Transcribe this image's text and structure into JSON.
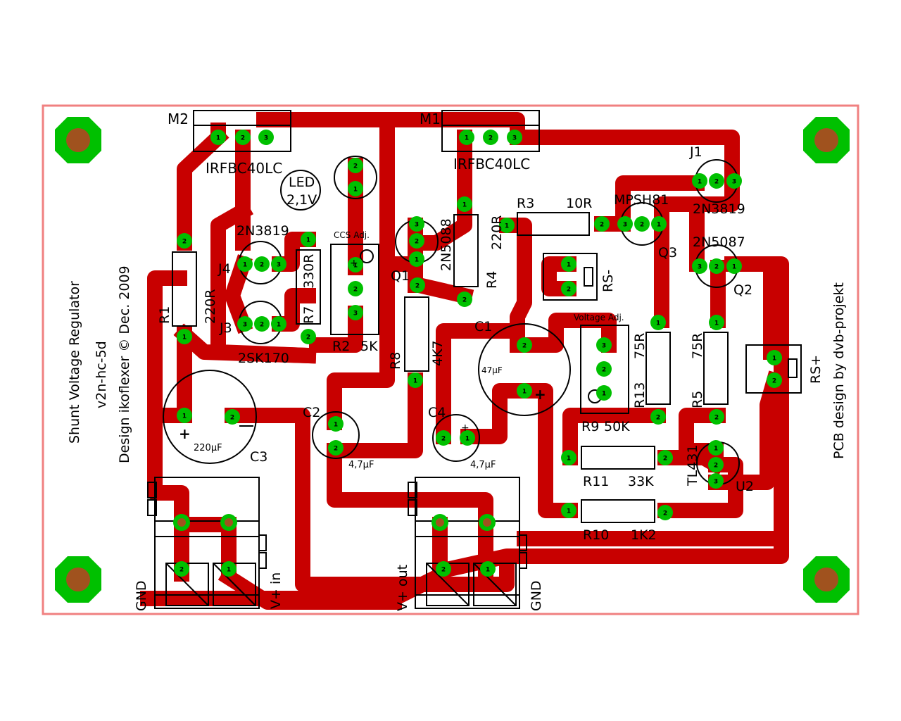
{
  "colors": {
    "copper": "#c80000",
    "pad_ring": "#00c000",
    "pad_ring_dark": "#008c00",
    "mount_center": "#a0521e",
    "outline": "#f08080",
    "silk": "#000000",
    "background": "#ffffff"
  },
  "board": {
    "title": "Shunt Voltage Regulator",
    "version": "v2n-hc-5d",
    "credit": "Design ikoflexer © Dec. 2009",
    "pcb_credit": "PCB design by dvb-projekt"
  },
  "labels": {
    "m2": "M2",
    "m2_part": "IRFBC40LC",
    "m1": "M1",
    "m1_part": "IRFBC40LC",
    "led": "LED",
    "led_v": "2,1V",
    "j4_part": "2N3819",
    "j4": "J4",
    "j3": "J3",
    "j3_part": "2SK170",
    "r1": "R1",
    "r1_val": "220R",
    "r7": "R7",
    "r7_val": "330R",
    "r2_title": "CCS Adj.",
    "r2": "R2",
    "r2_val": "5K",
    "q1": "Q1",
    "q1_part": "2N5088",
    "r4_val": "220R",
    "r4": "R4",
    "r3": "R3",
    "r3_val": "10R",
    "q3_part": "MPSH81",
    "q3": "Q3",
    "j1": "J1",
    "j1_part": "2N3819",
    "q2_part": "2N5087",
    "q2": "Q2",
    "rs_minus": "RS-",
    "rs_plus": "RS+",
    "r8": "R8",
    "r8_val": "4K7",
    "c1": "C1",
    "c1_val": "47µF",
    "r9_title": "Voltage Adj.",
    "r9": "R9",
    "r9_val": "50K",
    "r13": "R13",
    "r13_val": "75R",
    "r5": "R5",
    "r5_val": "75R",
    "u2": "U2",
    "u2_part": "TL431",
    "r11": "R11",
    "r11_val": "33K",
    "r10": "R10",
    "r10_val": "1K2",
    "c3": "C3",
    "c3_val": "220µF",
    "c2": "C2",
    "c2_val": "4,7µF",
    "c4": "C4",
    "c4_val": "4,7µF",
    "gnd_left": "GND",
    "vin": "V+ in",
    "vout": "V+ out",
    "gnd_right": "GND",
    "plus": "+"
  },
  "pad_numbers": {
    "p1": "1",
    "p2": "2",
    "p3": "3"
  }
}
